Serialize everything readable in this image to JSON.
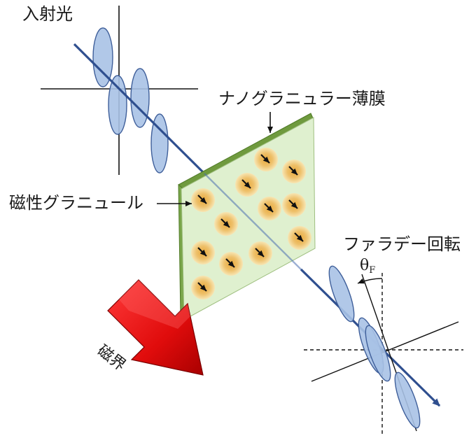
{
  "labels": {
    "incident_light": "入射光",
    "thin_film": "ナノグラニュラー薄膜",
    "magnetic_granule": "磁性グラニュール",
    "faraday_rotation": "ファラデー回転",
    "theta": "θ",
    "theta_sub": "F",
    "magnetic_field": "磁界"
  },
  "colors": {
    "beam": "#2f4f8f",
    "wave_fill": "#a9c2e6",
    "wave_stroke": "#3f5f9a",
    "film_face": "#dff0cf",
    "film_edge": "#6f9a3e",
    "granule_core": "#e8b74d",
    "granule_halo": "#f3dc9f",
    "field_arrow": "#e01414"
  },
  "granule_count": 12
}
